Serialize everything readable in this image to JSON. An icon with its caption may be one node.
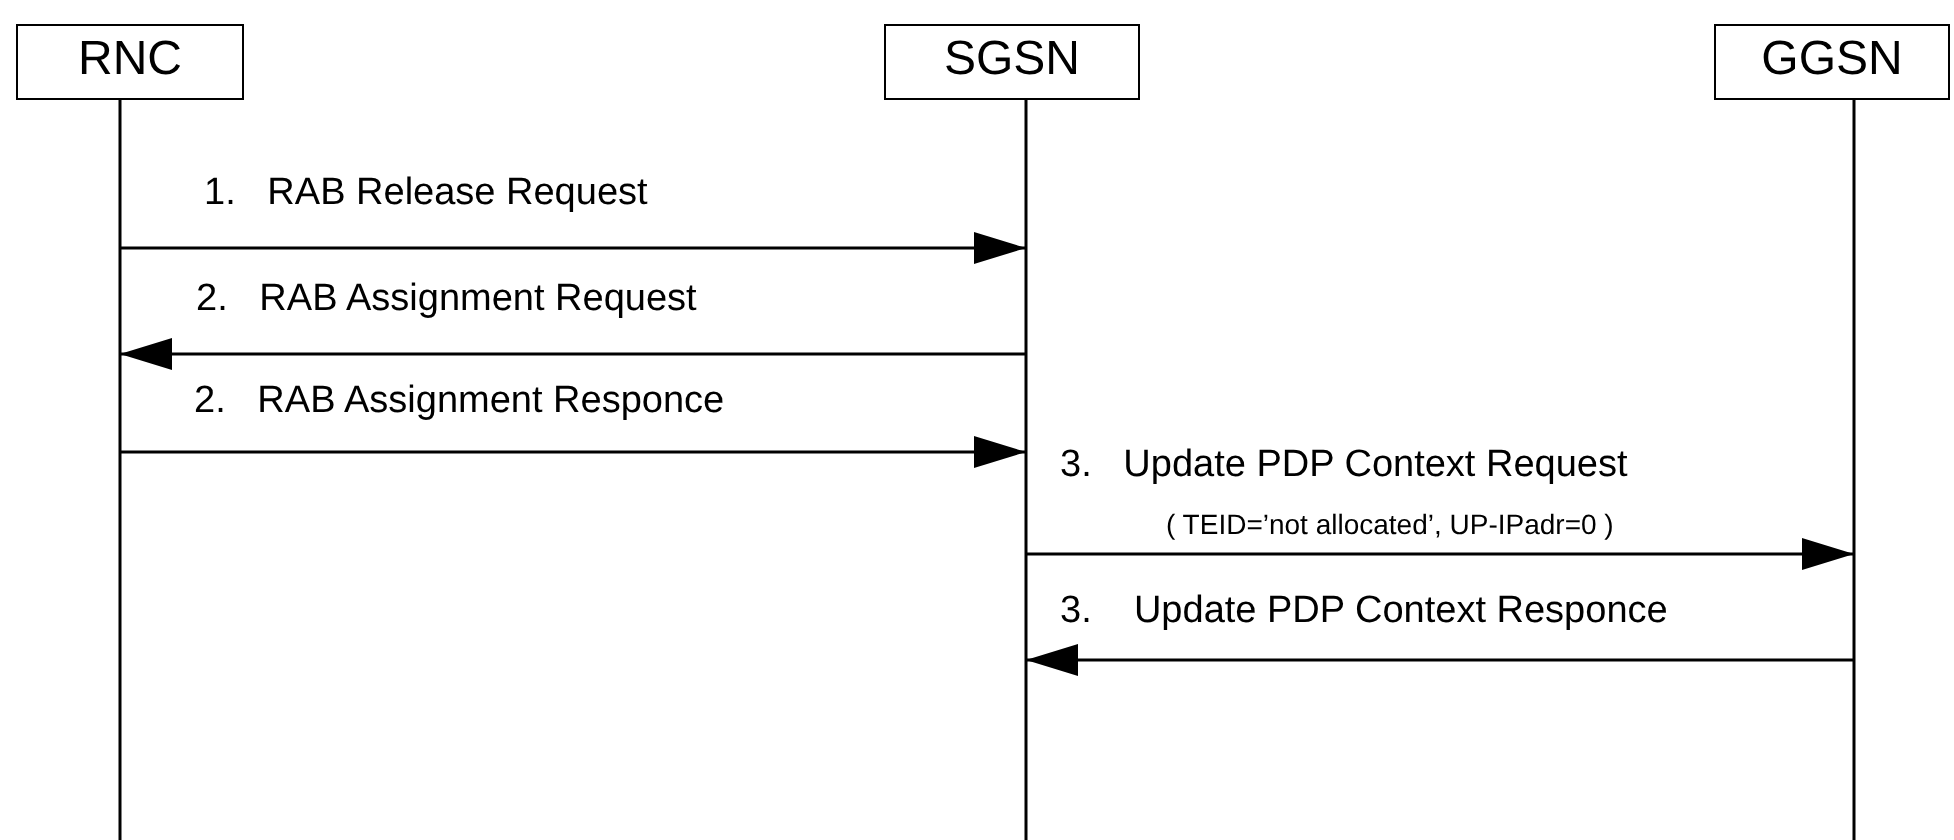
{
  "diagram": {
    "nodes": [
      {
        "text": [
          "RNC"
        ]
      },
      {
        "text": [
          "SGSN"
        ]
      },
      {
        "text": [
          "GGSN"
        ]
      }
    ],
    "edges": [
      {
        "from": 0,
        "to": 1,
        "arrow": "to",
        "label": "1.   RAB Release Request"
      },
      {
        "from": 1,
        "to": 0,
        "arrow": "to",
        "label": "2.   RAB Assignment Request"
      },
      {
        "from": 0,
        "to": 1,
        "arrow": "to",
        "label": "2.   RAB Assignment Responce"
      },
      {
        "from": 1,
        "to": 2,
        "arrow": "to",
        "label": "3.   Update PDP Context Request"
      },
      {
        "from": 2,
        "to": 1,
        "arrow": "to",
        "label": "3.    Update PDP Context Responce"
      }
    ],
    "labels": [
      "( TEID=’not allocated’, UP-IPadr=0 )"
    ]
  }
}
